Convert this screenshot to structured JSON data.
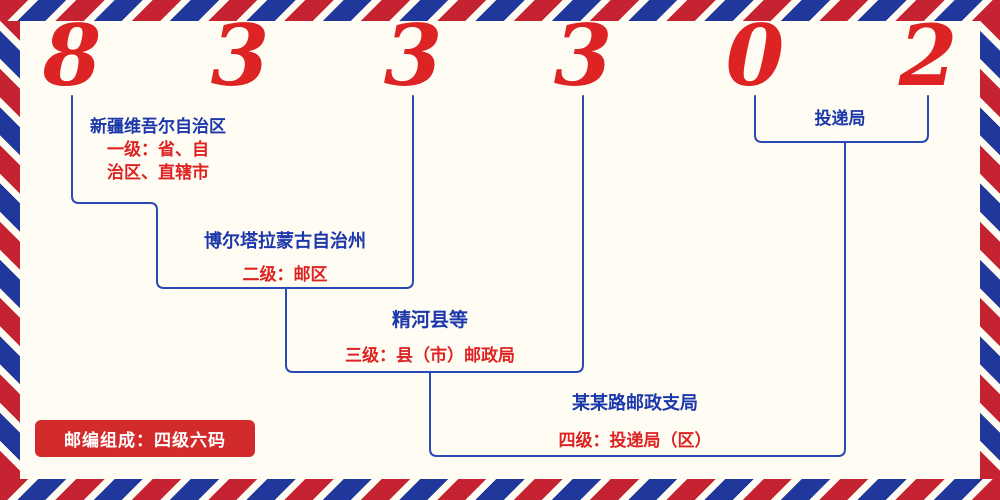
{
  "postal_code": {
    "value": "833302",
    "digits": [
      "8",
      "3",
      "3",
      "3",
      "0",
      "2"
    ]
  },
  "labels": {
    "level1": {
      "name": "新疆维吾尔自治区",
      "desc_line1": "一级：省、自",
      "desc_line2": "治区、直辖市"
    },
    "level2": {
      "name": "博尔塔拉蒙古自治州",
      "desc": "二级：邮区"
    },
    "level3": {
      "name": "精河县等",
      "desc": "三级：县（市）邮政局"
    },
    "level4": {
      "name": "某某路邮政支局",
      "desc": "四级：投递局（区）"
    },
    "delivery": {
      "name": "投递局"
    }
  },
  "badge": {
    "text": "邮编组成：四级六码"
  },
  "colors": {
    "digit_red": "#dd2323",
    "label_blue": "#1c38ab",
    "label_red": "#dd2323",
    "line_blue": "#2b49b5",
    "badge_bg": "#d32b2b",
    "badge_text": "#ffffff",
    "stripe_red": "#c52331",
    "stripe_blue": "#20389b",
    "background": "#fffdf3"
  }
}
